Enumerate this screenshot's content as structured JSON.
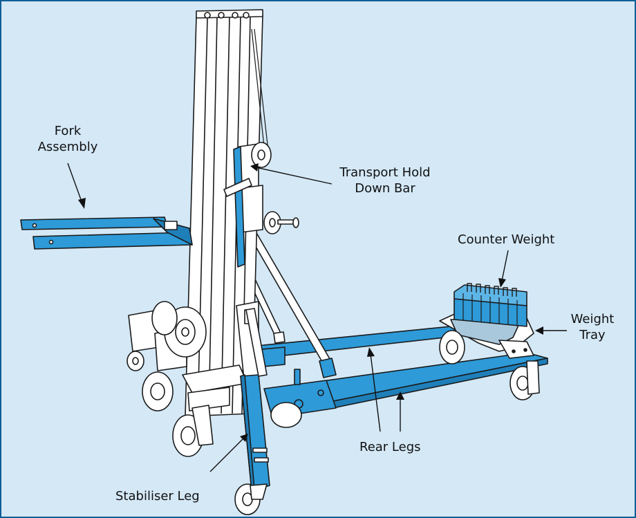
{
  "labels": {
    "fork_assembly": [
      "Fork",
      "Assembly"
    ],
    "transport_hold_down_bar": [
      "Transport Hold",
      "Down Bar"
    ],
    "counter_weight": "Counter Weight",
    "weight_tray": [
      "Weight",
      "Tray"
    ],
    "rear_legs": "Rear Legs",
    "stabiliser_leg": "Stabiliser Leg"
  },
  "colors": {
    "background": "#d4e8f6",
    "frame_border": "#0f5e96",
    "blue_parts": "#2e9ad8",
    "mast": "#ffffff",
    "outline": "#1a1a1a"
  }
}
